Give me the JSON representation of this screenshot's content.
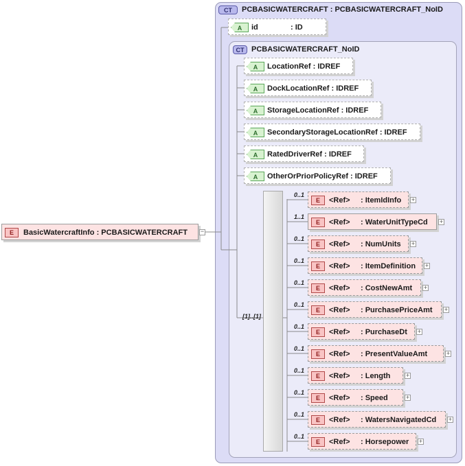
{
  "root": {
    "tag": "E",
    "label": "BasicWatercraftInfo : PCBASICWATERCRAFT"
  },
  "outer_ct": {
    "badge": "CT",
    "title": "PCBASICWATERCRAFT : PCBASICWATERCRAFT_NoID"
  },
  "id_attr": {
    "tag": "A",
    "name": "id",
    "type": ": ID"
  },
  "inner_ct": {
    "badge": "CT",
    "title": "PCBASICWATERCRAFT_NoID"
  },
  "attributes": [
    {
      "tag": "A",
      "label": "LocationRef : IDREF"
    },
    {
      "tag": "A",
      "label": "DockLocationRef : IDREF"
    },
    {
      "tag": "A",
      "label": "StorageLocationRef : IDREF"
    },
    {
      "tag": "A",
      "label": "SecondaryStorageLocationRef : IDREF"
    },
    {
      "tag": "A",
      "label": "RatedDriverRef : IDREF"
    },
    {
      "tag": "A",
      "label": "OtherOrPriorPolicyRef : IDREF"
    }
  ],
  "sequence": {
    "occurrence": "[1]..[1]"
  },
  "elements": [
    {
      "tag": "E",
      "occ": "0..1",
      "ref": "<Ref>",
      "type": ": ItemIdInfo"
    },
    {
      "tag": "E",
      "occ": "1..1",
      "ref": "<Ref>",
      "type": ": WaterUnitTypeCd"
    },
    {
      "tag": "E",
      "occ": "0..1",
      "ref": "<Ref>",
      "type": ": NumUnits"
    },
    {
      "tag": "E",
      "occ": "0..1",
      "ref": "<Ref>",
      "type": ": ItemDefinition"
    },
    {
      "tag": "E",
      "occ": "0..1",
      "ref": "<Ref>",
      "type": ": CostNewAmt"
    },
    {
      "tag": "E",
      "occ": "0..1",
      "ref": "<Ref>",
      "type": ": PurchasePriceAmt"
    },
    {
      "tag": "E",
      "occ": "0..1",
      "ref": "<Ref>",
      "type": ": PurchaseDt"
    },
    {
      "tag": "E",
      "occ": "0..1",
      "ref": "<Ref>",
      "type": ": PresentValueAmt"
    },
    {
      "tag": "E",
      "occ": "0..1",
      "ref": "<Ref>",
      "type": ": Length"
    },
    {
      "tag": "E",
      "occ": "0..1",
      "ref": "<Ref>",
      "type": ": Speed"
    },
    {
      "tag": "E",
      "occ": "0..1",
      "ref": "<Ref>",
      "type": ": WatersNavigatedCd"
    },
    {
      "tag": "E",
      "occ": "0..1",
      "ref": "<Ref>",
      "type": ": Horsepower"
    }
  ],
  "colors": {
    "element_fill": "#fde3e3",
    "attribute_tag": "#d8f2d0",
    "complex_type_fill": "#dcdcf6"
  }
}
